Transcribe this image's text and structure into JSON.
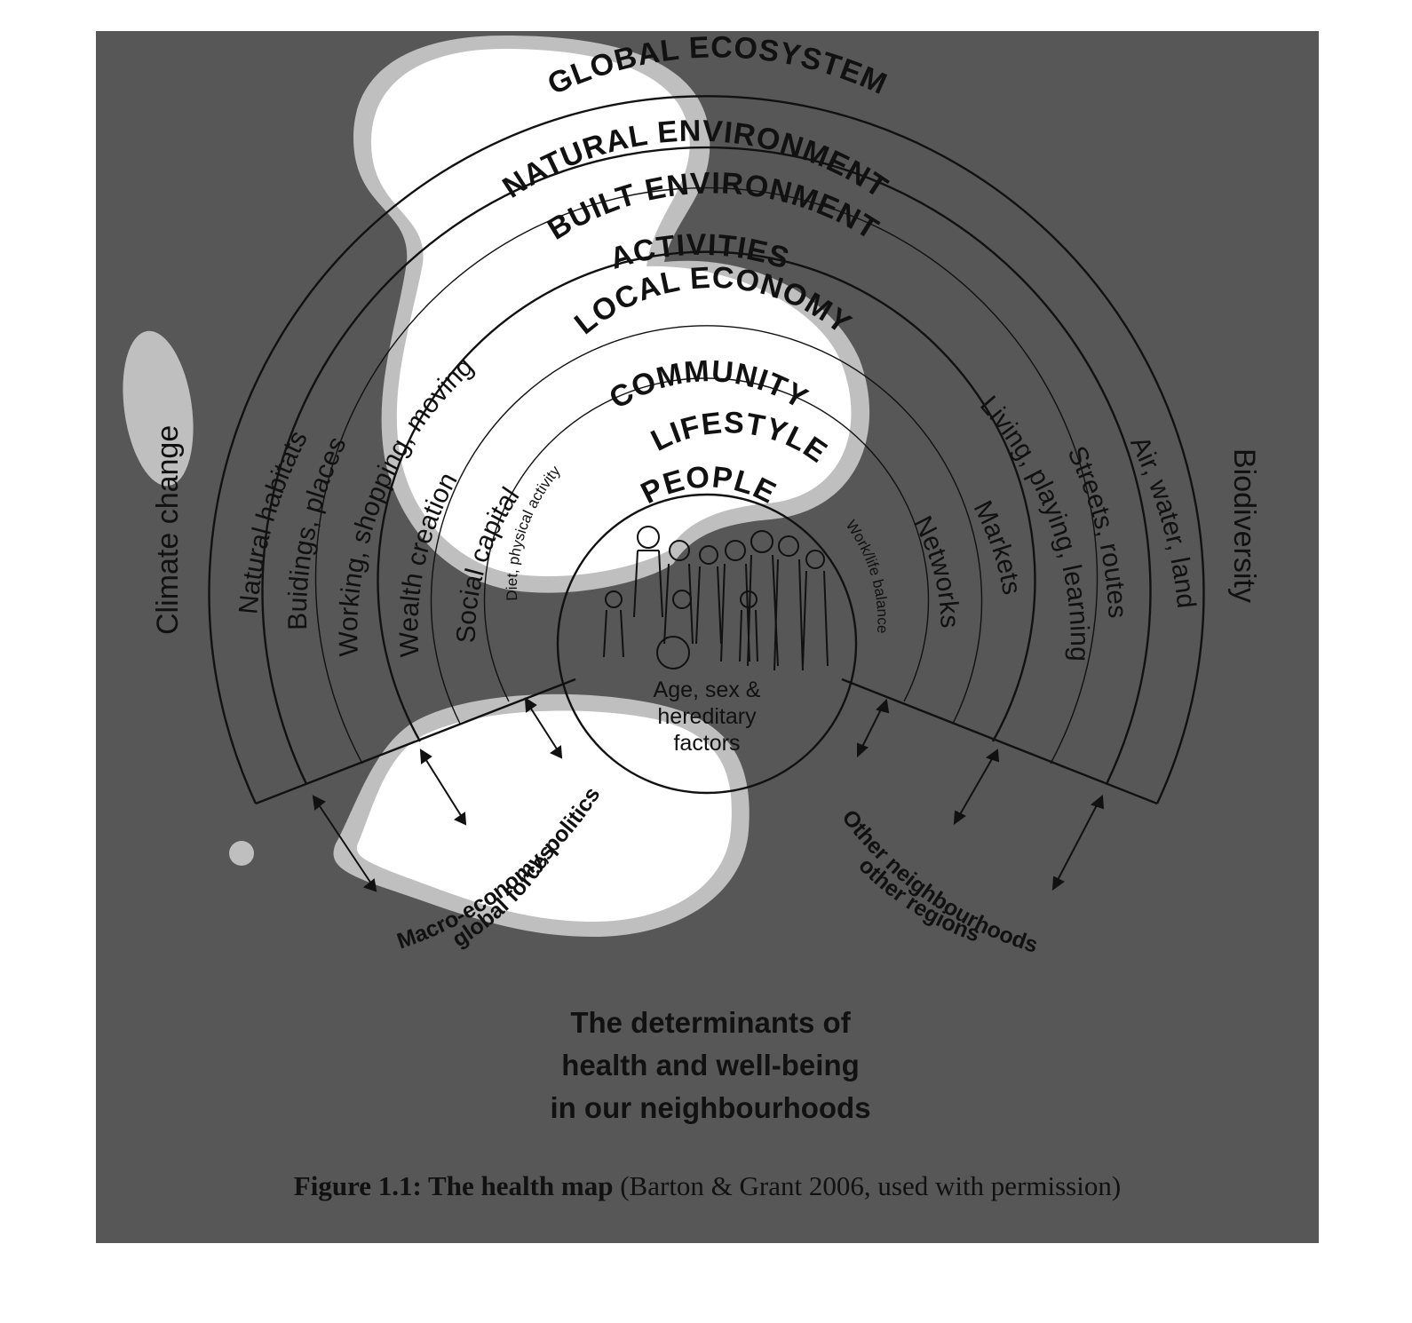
{
  "diagram": {
    "rings": {
      "global": "GLOBAL ECOSYSTEM",
      "natural": "NATURAL ENVIRONMENT",
      "built": "BUILT ENVIRONMENT",
      "activities": "ACTIVITIES",
      "economy": "LOCAL ECONOMY",
      "community": "COMMUNITY",
      "lifestyle": "LIFESTYLE",
      "people": "PEOPLE"
    },
    "left_labels": {
      "climate": "Climate change",
      "natural": "Natural habitats",
      "built": "Buidings, places",
      "activities": "Working, shopping, moving",
      "economy": "Wealth creation",
      "community": "Social capital",
      "lifestyle": "Diet, physical activity"
    },
    "right_labels": {
      "biodiversity": "Biodiversity",
      "natural": "Air, water, land",
      "built": "Streets, routes",
      "activities": "Living, playing, learning",
      "economy": "Markets",
      "community": "Networks",
      "lifestyle": "Work/life balance"
    },
    "core": {
      "line1": "Age, sex &",
      "line2": "hereditary",
      "line3": "factors"
    },
    "forces": {
      "macro_line1": "Macro-economy, politics",
      "macro_line2": "global forces",
      "other_line1": "Other neighbourhoods",
      "other_line2": "other regions"
    },
    "title": {
      "line1": "The determinants of",
      "line2": "health and well-being",
      "line3": "in our neighbourhoods"
    }
  },
  "caption": {
    "label": "Figure 1.1: The health map",
    "source": " (Barton & Grant 2006, used with permission)"
  },
  "colors": {
    "panel": "#575757",
    "highlight": "#ffffff",
    "halo": "#bfbfbf",
    "ink": "#111111"
  }
}
